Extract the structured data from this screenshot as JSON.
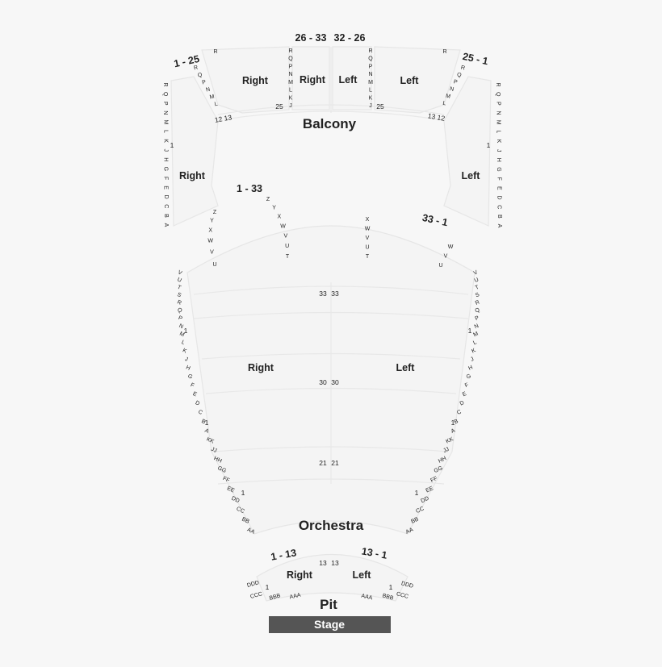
{
  "balcony": {
    "title": "Balcony",
    "top_range_left": "26 - 33",
    "top_range_right": "32 - 26",
    "range_left": "1 - 25",
    "range_right": "25 - 1",
    "section_right_a": "Right",
    "section_right_b": "Right",
    "section_left_b": "Left",
    "section_left_a": "Left",
    "section_side_right": "Right",
    "section_side_left": "Left",
    "seat_25_left": "25",
    "seat_25_right": "25",
    "seat_12_13_left": "12 13",
    "seat_13_12_right": "13 12",
    "seat_1_left": "1",
    "seat_1_right": "1",
    "row_r_outer_left": "R",
    "row_r_outer_right": "R",
    "center_rows_left": [
      "R",
      "Q",
      "P",
      "N",
      "M",
      "L",
      "K",
      "J"
    ],
    "center_rows_right": [
      "R",
      "Q",
      "P",
      "N",
      "M",
      "L",
      "K",
      "J"
    ],
    "angled_rows_left": [
      "R",
      "Q",
      "P",
      "N",
      "M",
      "L"
    ],
    "angled_rows_right": [
      "R",
      "Q",
      "P",
      "N",
      "M",
      "L"
    ],
    "side_rows_left": [
      "R",
      "Q",
      "P",
      "N",
      "M",
      "L",
      "K",
      "J",
      "H",
      "G",
      "F",
      "E",
      "D",
      "C",
      "B",
      "A"
    ],
    "side_rows_right": [
      "R",
      "Q",
      "P",
      "N",
      "M",
      "L",
      "K",
      "J",
      "H",
      "G",
      "F",
      "E",
      "D",
      "C",
      "B",
      "A"
    ]
  },
  "balcony_lower": {
    "range_left": "1 - 33",
    "range_right": "33 - 1",
    "outer_left_rows": [
      "Z",
      "Y",
      "X",
      "W",
      "V",
      "U"
    ],
    "mid_left_rows": [
      "Z",
      "Y",
      "X",
      "W",
      "V",
      "U",
      "T"
    ],
    "mid_right_rows": [
      "X",
      "W",
      "V",
      "U",
      "T"
    ],
    "outer_right_rows": [
      "W",
      "V",
      "U"
    ]
  },
  "orchestra": {
    "title": "Orchestra",
    "section_right": "Right",
    "section_left": "Left",
    "seat_33_left": "33",
    "seat_33_right": "33",
    "seat_30_left": "30",
    "seat_30_right": "30",
    "seat_21_left": "21",
    "seat_21_right": "21",
    "seat_1_labels": [
      "1",
      "1",
      "1",
      "1",
      "1",
      "1"
    ],
    "rows_left": [
      "V",
      "U",
      "T",
      "S",
      "R",
      "Q",
      "P",
      "N",
      "M",
      "L",
      "K",
      "J",
      "H",
      "G",
      "F",
      "E",
      "D",
      "C",
      "B",
      "A",
      "KK",
      "JJ",
      "HH",
      "GG",
      "FF",
      "EE",
      "DD",
      "CC",
      "BB",
      "AA"
    ],
    "rows_right": [
      "V",
      "U",
      "T",
      "S",
      "R",
      "Q",
      "P",
      "N",
      "M",
      "L",
      "K",
      "J",
      "H",
      "G",
      "F",
      "E",
      "D",
      "C",
      "B",
      "A",
      "KK",
      "JJ",
      "HH",
      "GG",
      "FF",
      "EE",
      "DD",
      "CC",
      "BB",
      "AA"
    ]
  },
  "pit": {
    "title": "Pit",
    "range_left": "1 - 13",
    "range_right": "13 - 1",
    "section_right": "Right",
    "section_left": "Left",
    "seat_13_left": "13",
    "seat_13_right": "13",
    "seat_1_left": "1",
    "seat_1_right": "1",
    "rows_left": [
      "DDD",
      "CCC",
      "BBB",
      "AAA"
    ],
    "rows_right": [
      "DDD",
      "CCC",
      "BBB",
      "AAA"
    ]
  },
  "stage": {
    "label": "Stage",
    "color": "#555555"
  }
}
